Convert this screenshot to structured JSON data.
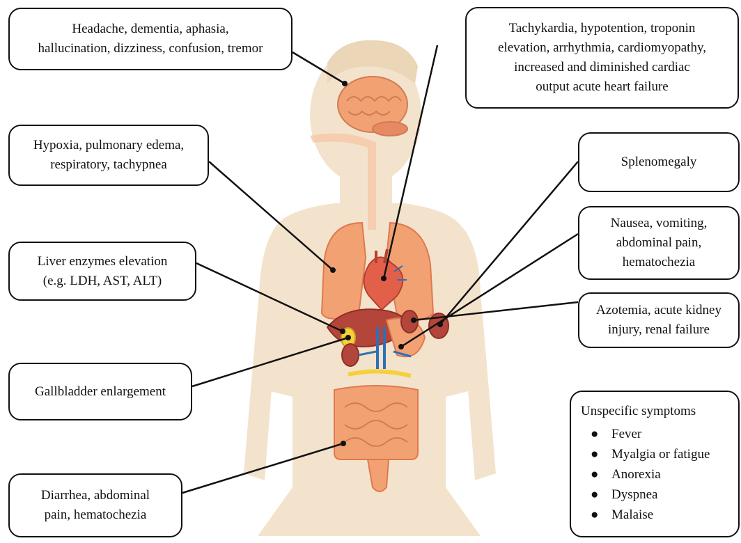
{
  "callouts": {
    "neuro": "Headache, dementia, aphasia,\nhallucination, dizziness, confusion, tremor",
    "cardiac": "Tachykardia, hypotention, troponin\nelevation, arrhythmia, cardiomyopathy,\nincreased and diminished cardiac\noutput acute heart failure",
    "respiratory": "Hypoxia, pulmonary edema,\nrespiratory, tachypnea",
    "spleen": "Splenomegaly",
    "gastric": "Nausea, vomiting,\nabdominal pain,\nhematochezia",
    "liver": "Liver enzymes elevation\n(e.g. LDH, AST, ALT)",
    "renal": "Azotemia, acute kidney\ninjury, renal failure",
    "gallbladder": "Gallbladder enlargement",
    "intestinal": "Diarrhea, abdominal\npain, hematochezia"
  },
  "unspecific": {
    "heading": "Unspecific symptoms",
    "bullet": "●",
    "items": [
      "Fever",
      "Myalgia or fatigue",
      "Anorexia",
      "Dyspnea",
      "Malaise"
    ]
  },
  "colors": {
    "silhouette": "#f3e3cc",
    "organ": "#f2a173",
    "organ_dark": "#e07850",
    "liver": "#b4453a",
    "vessel": "#2f6fb8",
    "bile": "#f4d03f",
    "leader_line": "#111111"
  }
}
